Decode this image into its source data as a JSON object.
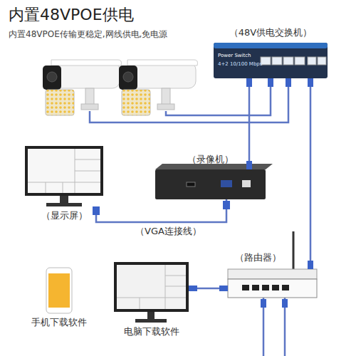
{
  "diagram": {
    "title": "内置48VPOE供电",
    "nodes": [
      {
        "text": [
          "（48V供电交换机）",
          "Power Switch",
          "4+2 10/100 Mbps"
        ]
      },
      {
        "text": [
          "（录像机）"
        ]
      },
      {
        "text": [
          "（显示屏）"
        ]
      },
      {
        "text": [
          "（路由器）"
        ]
      },
      {
        "text": [
          "手机下载软件"
        ]
      },
      {
        "text": [
          "电脑下载软件"
        ]
      }
    ],
    "edges": [
      {
        "from": 0,
        "to": 1,
        "arrow": "none"
      },
      {
        "from": 0,
        "to": 3,
        "arrow": "none"
      },
      {
        "from": 1,
        "to": 2,
        "label": "（VGA连接线）",
        "arrow": "none"
      },
      {
        "from": 3,
        "to": 5,
        "arrow": "none"
      }
    ],
    "labels": [
      "内置48VPOE传输更稳定,网线供电,免电源"
    ]
  }
}
